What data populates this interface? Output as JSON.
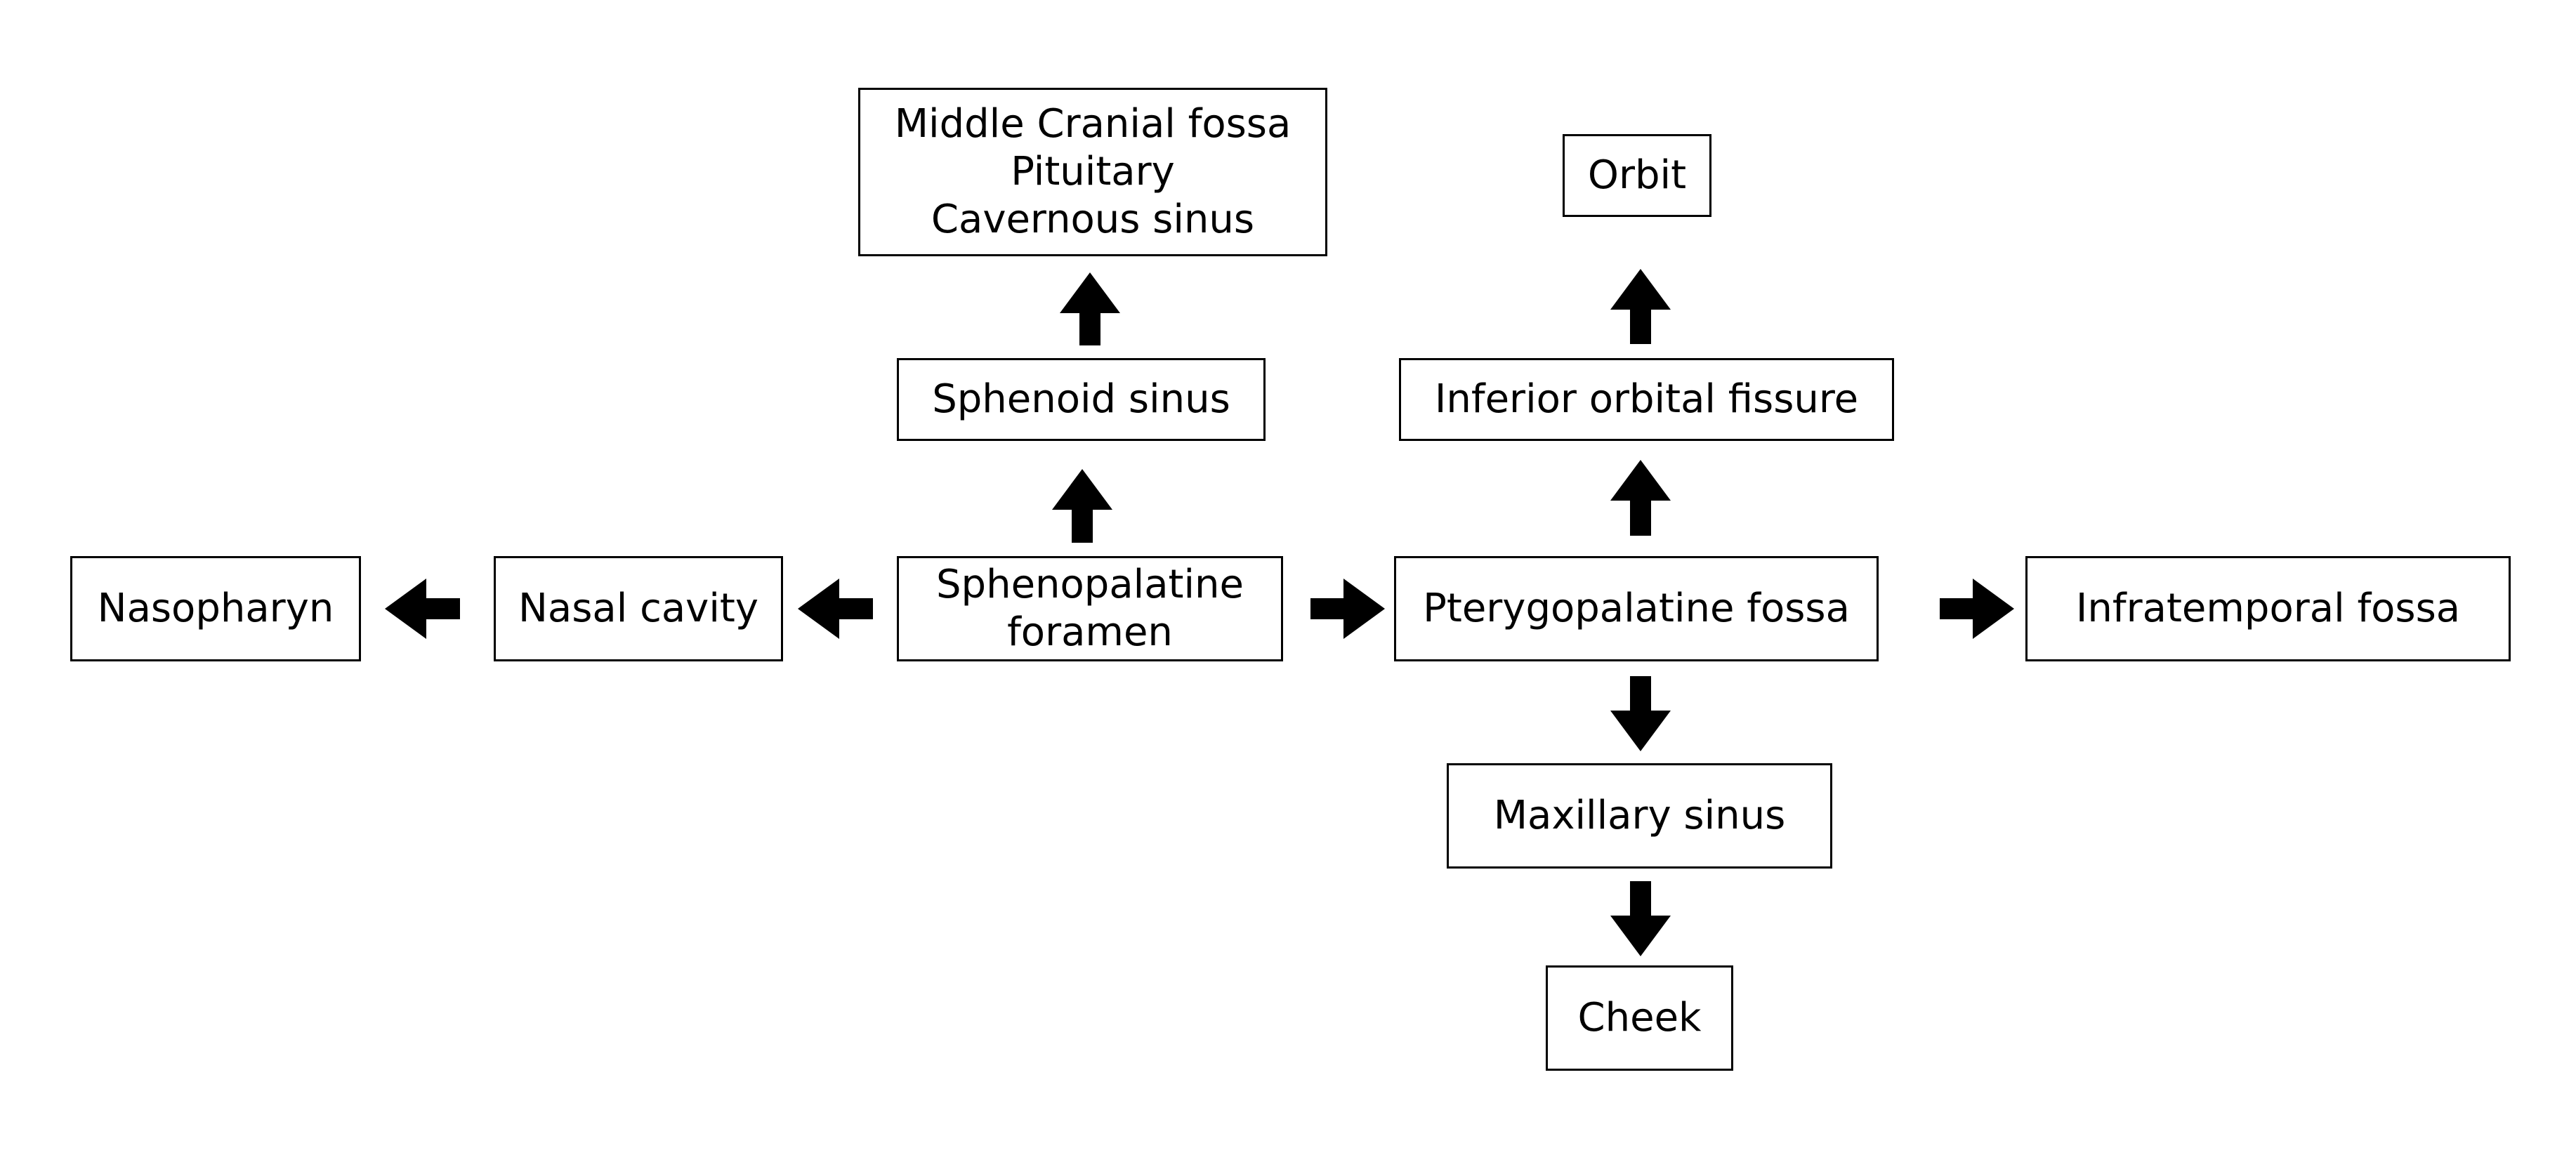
{
  "colors": {
    "background": "#ffffff",
    "stroke": "#000000",
    "text": "#000000"
  },
  "nodes": {
    "middle_cranial": {
      "lines": [
        "Middle Cranial fossa",
        "Pituitary",
        "Cavernous sinus"
      ]
    },
    "orbit": {
      "label": "Orbit"
    },
    "sphenoid_sinus": {
      "label": "Sphenoid sinus"
    },
    "inferior_orbital_fissure": {
      "label": "Inferior orbital fissure"
    },
    "nasopharyn": {
      "label": "Nasopharyn"
    },
    "nasal_cavity": {
      "label": "Nasal cavity"
    },
    "sphenopalatine_foramen": {
      "lines": [
        "Sphenopalatine",
        "foramen"
      ]
    },
    "pterygopalatine_fossa": {
      "label": "Pterygopalatine fossa"
    },
    "infratemporal_fossa": {
      "label": "Infratemporal fossa"
    },
    "maxillary_sinus": {
      "label": "Maxillary sinus"
    },
    "cheek": {
      "label": "Cheek"
    }
  },
  "edges": [
    {
      "from": "sphenopalatine_foramen",
      "to": "sphenoid_sinus"
    },
    {
      "from": "sphenoid_sinus",
      "to": "middle_cranial"
    },
    {
      "from": "sphenopalatine_foramen",
      "to": "nasal_cavity"
    },
    {
      "from": "nasal_cavity",
      "to": "nasopharyn"
    },
    {
      "from": "sphenopalatine_foramen",
      "to": "pterygopalatine_fossa"
    },
    {
      "from": "pterygopalatine_fossa",
      "to": "inferior_orbital_fissure"
    },
    {
      "from": "inferior_orbital_fissure",
      "to": "orbit"
    },
    {
      "from": "pterygopalatine_fossa",
      "to": "infratemporal_fossa"
    },
    {
      "from": "pterygopalatine_fossa",
      "to": "maxillary_sinus"
    },
    {
      "from": "maxillary_sinus",
      "to": "cheek"
    }
  ]
}
